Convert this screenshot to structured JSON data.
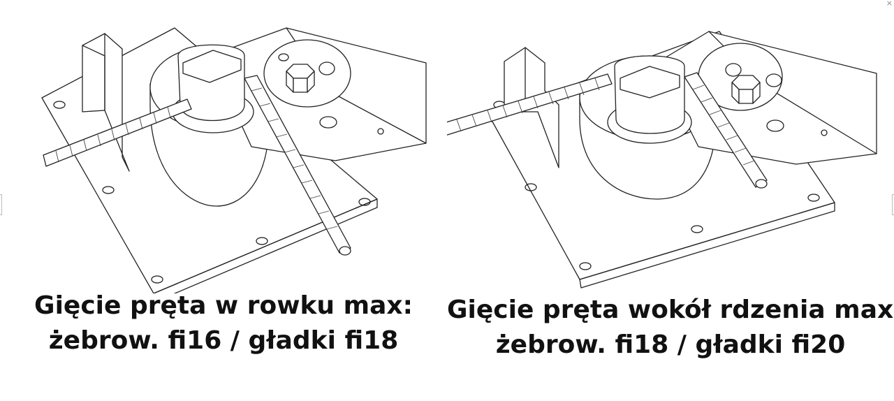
{
  "captions": {
    "left_line1": "Gięcie pręta w rowku max:",
    "left_line2": "żebrow. fi16 / gładki fi18",
    "right_line1": "Gięcie pręta wokół rdzenia max:",
    "right_line2": "żebrow. fi18 / gładki fi20"
  },
  "icons": {
    "close": "close-icon",
    "edge_handle_left": "edge-handle-left",
    "edge_handle_right": "edge-handle-right"
  },
  "colors": {
    "line": "#222222",
    "background": "#ffffff",
    "text": "#111111"
  }
}
